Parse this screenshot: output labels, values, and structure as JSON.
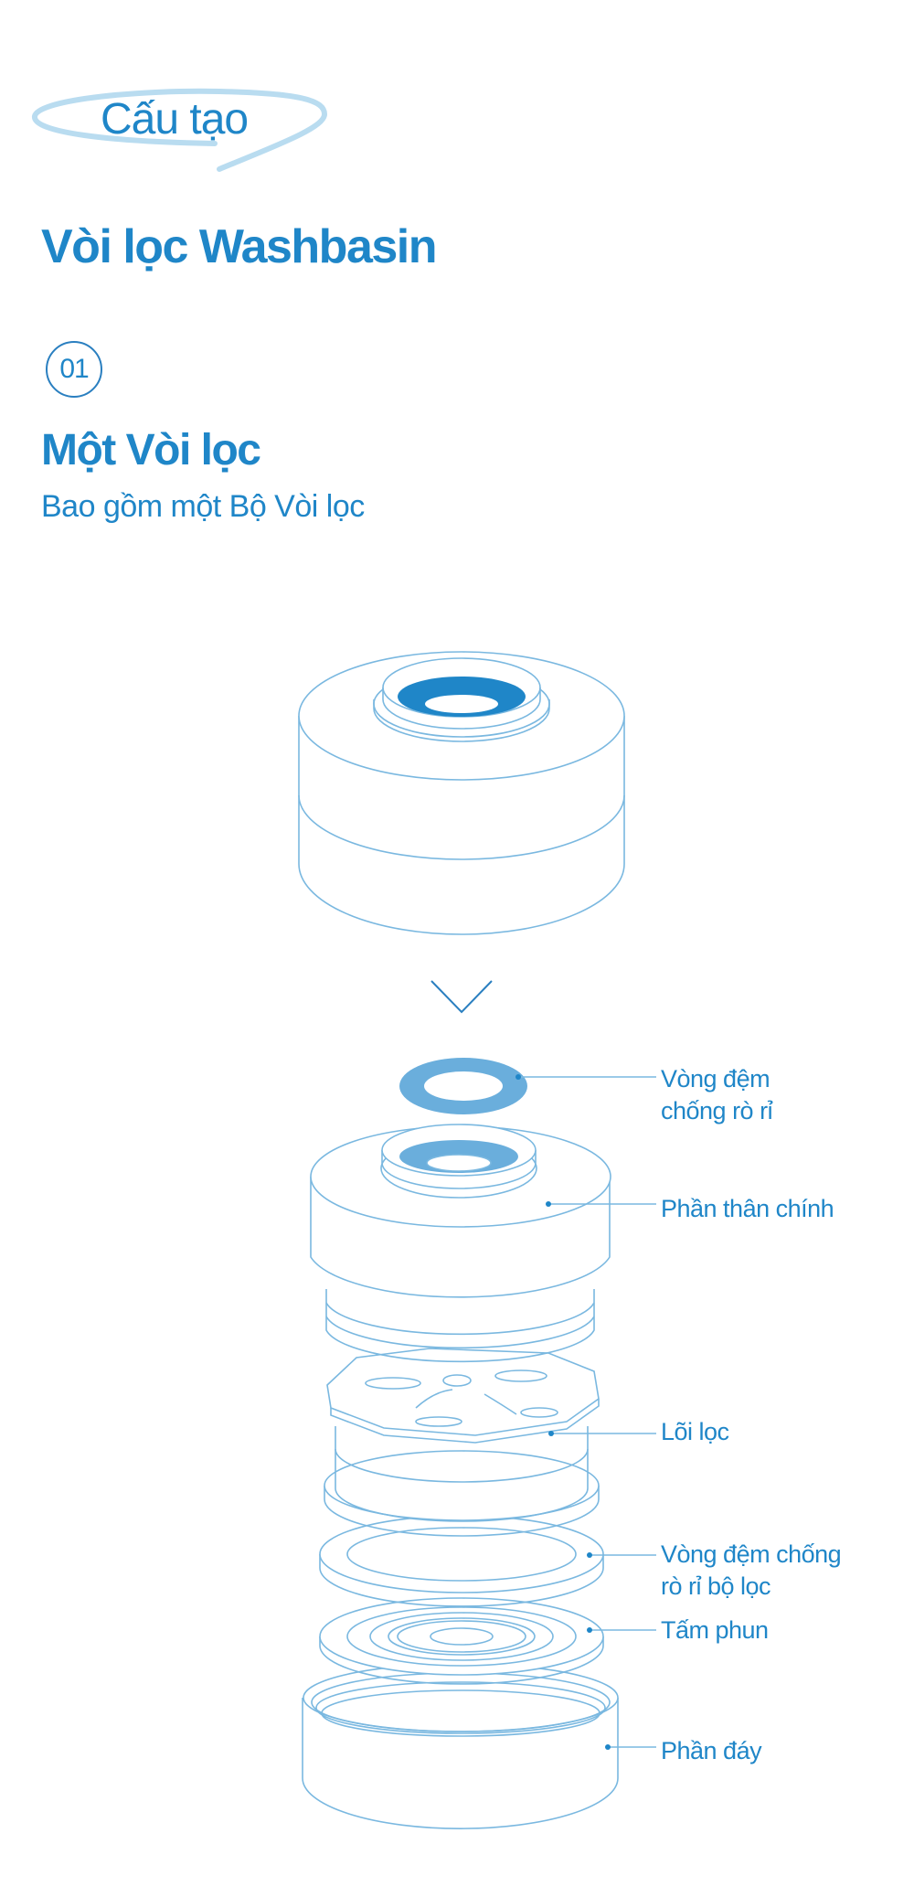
{
  "tag": "Cấu tạo",
  "title": "Vòi lọc Washbasin",
  "step_number": "01",
  "section_title": "Một Vòi lọc",
  "section_subtitle": "Bao gồm một Bộ Vòi lọc",
  "colors": {
    "primary": "#1f86c8",
    "highlight": "#b9dcf0",
    "gasket": "#6aaedc",
    "line": "#7ab8e0"
  },
  "labels": {
    "gasket_line1": "Vòng đệm",
    "gasket_line2": "chống rò rỉ",
    "body": "Phần thân chính",
    "core": "Lõi lọc",
    "filter_gasket_line1": "Vòng đệm chống",
    "filter_gasket_line2": "rò rỉ bộ lọc",
    "spray": "Tấm phun",
    "base": "Phần đáy"
  }
}
